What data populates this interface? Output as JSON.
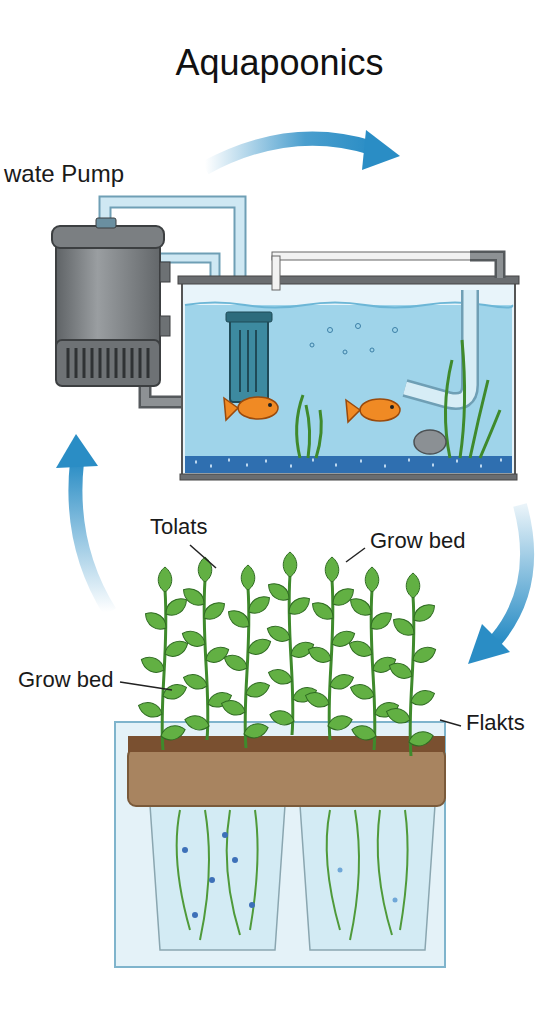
{
  "diagram": {
    "title": "Aquapoonics",
    "labels": [
      "wate Pump",
      "Tolats",
      "Grow bed",
      "Grow bed",
      "Flakts"
    ]
  }
}
